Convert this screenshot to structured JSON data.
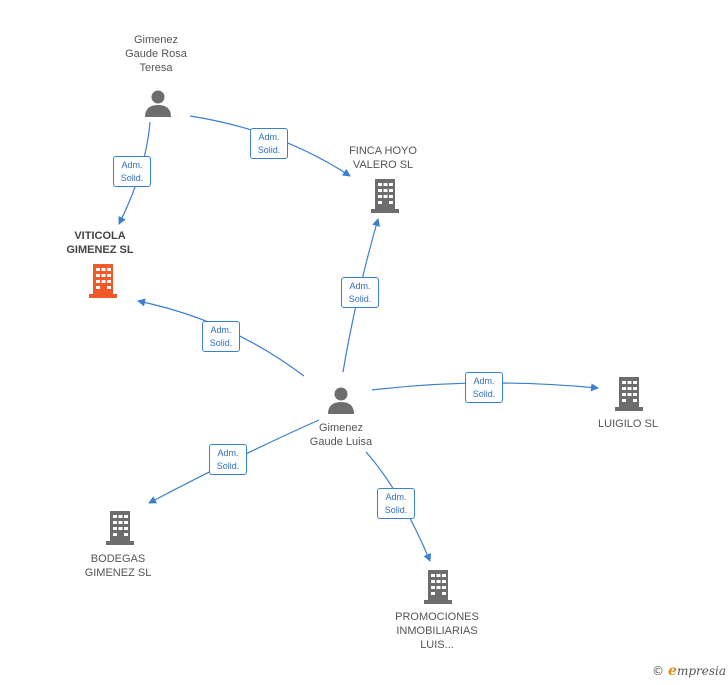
{
  "colors": {
    "edge": "#3a7fd0",
    "person": "#6d6d6d",
    "company": "#6d6d6d",
    "focus_company": "#f05a2a"
  },
  "nodes": {
    "rosa": {
      "lines": [
        "Gimenez",
        "Gaude Rosa",
        "Teresa"
      ],
      "icon": "person-icon"
    },
    "luisa": {
      "lines": [
        "Gimenez",
        "Gaude Luisa"
      ],
      "icon": "person-icon"
    },
    "viticola": {
      "lines": [
        "VITICOLA",
        "GIMENEZ  SL"
      ],
      "icon": "building-icon"
    },
    "finca": {
      "lines": [
        "FINCA HOYO",
        "VALERO  SL"
      ],
      "icon": "building-icon"
    },
    "luigilo": {
      "lines": [
        "LUIGILO  SL"
      ],
      "icon": "building-icon"
    },
    "bodegas": {
      "lines": [
        "BODEGAS",
        "GIMENEZ SL"
      ],
      "icon": "building-icon"
    },
    "promociones": {
      "lines": [
        "PROMOCIONES",
        "INMOBILIARIAS",
        "LUIS..."
      ],
      "icon": "building-icon"
    }
  },
  "edge_label": [
    "Adm.",
    "Solid."
  ],
  "edges": [
    {
      "from": "rosa",
      "to": "viticola"
    },
    {
      "from": "rosa",
      "to": "finca"
    },
    {
      "from": "luisa",
      "to": "viticola"
    },
    {
      "from": "luisa",
      "to": "finca"
    },
    {
      "from": "luisa",
      "to": "luigilo"
    },
    {
      "from": "luisa",
      "to": "bodegas"
    },
    {
      "from": "luisa",
      "to": "promociones"
    }
  ],
  "brand": {
    "copyright": "©",
    "first_letter": "e",
    "rest": "mpresia"
  }
}
